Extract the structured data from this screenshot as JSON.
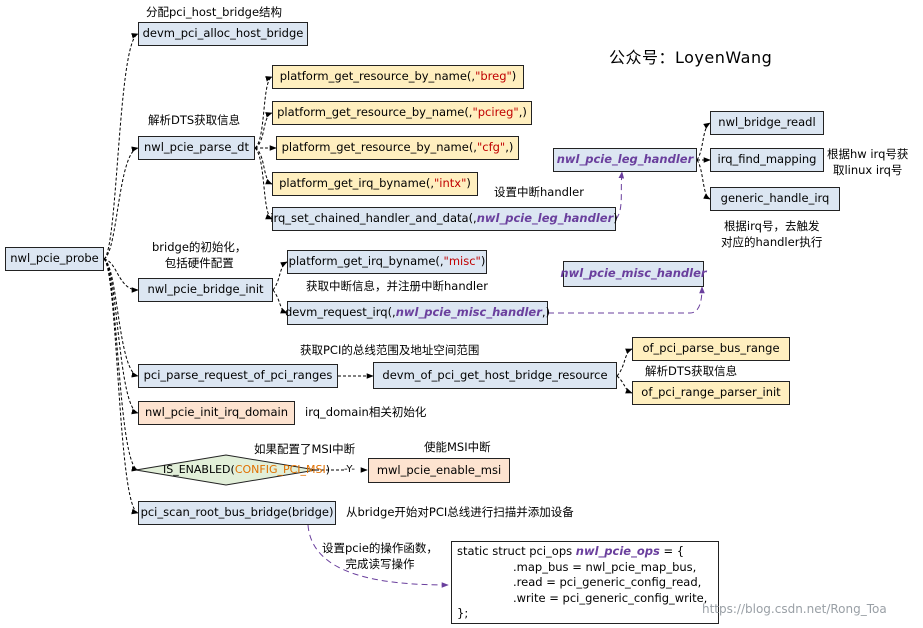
{
  "brand": "公众号：LoyenWang",
  "watermark": "https://blog.csdn.net/Rong_Toa",
  "colors": {
    "blue_box": "#dce6f2",
    "yellow_box": "#ffefbf",
    "peach_box": "#fde3d0",
    "diamond": "#e2efd9",
    "purple": "#6a3f9d",
    "red": "#c00000",
    "orange": "#e07000"
  },
  "nodes": {
    "probe": "nwl_pcie_probe",
    "alloc": "devm_pci_alloc_host_bridge",
    "parse_dt": "nwl_pcie_parse_dt",
    "res_breg": {
      "pre": "platform_get_resource_by_name(,",
      "arg": "\"breg\"",
      "post": ")"
    },
    "res_pcireg": {
      "pre": "platform_get_resource_by_name(,",
      "arg": "\"pcireg\"",
      "post": ",)"
    },
    "res_cfg": {
      "pre": "platform_get_resource_by_name(,",
      "arg": "\"cfg\"",
      "post": ",)"
    },
    "irq_intx": {
      "pre": "platform_get_irq_byname(,",
      "arg": "\"intx\"",
      "post": ")"
    },
    "irq_chained": {
      "pre": "irq_set_chained_handler_and_data(,",
      "fn": "nwl_pcie_leg_handler",
      "post": ")"
    },
    "leg_handler": "nwl_pcie_leg_handler",
    "bridge_readl": "nwl_bridge_readl",
    "irq_find_mapping": "irq_find_mapping",
    "generic_handle_irq": "generic_handle_irq",
    "bridge_init": "nwl_pcie_bridge_init",
    "irq_misc": {
      "pre": "platform_get_irq_byname(,",
      "arg": "\"misc\"",
      "post": ")"
    },
    "devm_request_irq": {
      "pre": "devm_request_irq(,",
      "fn": "nwl_pcie_misc_handler",
      "post": ",)"
    },
    "misc_handler": "nwl_pcie_misc_handler",
    "parse_ranges": "pci_parse_request_of_pci_ranges",
    "get_bridge_res": "devm_of_pci_get_host_bridge_resource",
    "parse_bus_range": "of_pci_parse_bus_range",
    "range_parser_init": "of_pci_range_parser_init",
    "init_irq_domain": "nwl_pcie_init_irq_domain",
    "is_enabled": {
      "pre": "IS_ENABLED(",
      "arg": "CONFIG_PCI_MSI",
      "post": ")"
    },
    "enable_msi": "mwl_pcie_enable_msi",
    "scan_root_bus": "pci_scan_root_bus_bridge(bridge)"
  },
  "labels": {
    "alloc_note": "分配pci_host_bridge结构",
    "parse_dt_note": "解析DTS获取信息",
    "set_irq_handler": "设置中断handler",
    "hwirq_line1": "根据hw irq号获",
    "hwirq_line2": "取linux irq号",
    "trigger_line1": "根据irq号，去触发",
    "trigger_line2": "对应的handler执行",
    "bridge_init_line1": "bridge的初始化，",
    "bridge_init_line2": "包括硬件配置",
    "get_irq_info": "获取中断信息，并注册中断handler",
    "bus_range_note": "获取PCI的总线范围及地址空间范围",
    "parse_dts_note2": "解析DTS获取信息",
    "irq_domain_note": "irq_domain相关初始化",
    "msi_condition": "如果配置了MSI中断",
    "enable_msi_note": "使能MSI中断",
    "yes_label": "-Y-",
    "scan_note": "从bridge开始对PCI总线进行扫描并添加设备",
    "ops_line1": "设置pcie的操作函数，",
    "ops_line2": "完成读写操作"
  },
  "code": {
    "line1_pre": "static struct pci_ops ",
    "line1_name": "nwl_pcie_ops",
    "line1_post": " = {",
    "line2": ".map_bus = nwl_pcie_map_bus,",
    "line3": ".read  = pci_generic_config_read,",
    "line4": ".write = pci_generic_config_write,",
    "line5": "};"
  }
}
